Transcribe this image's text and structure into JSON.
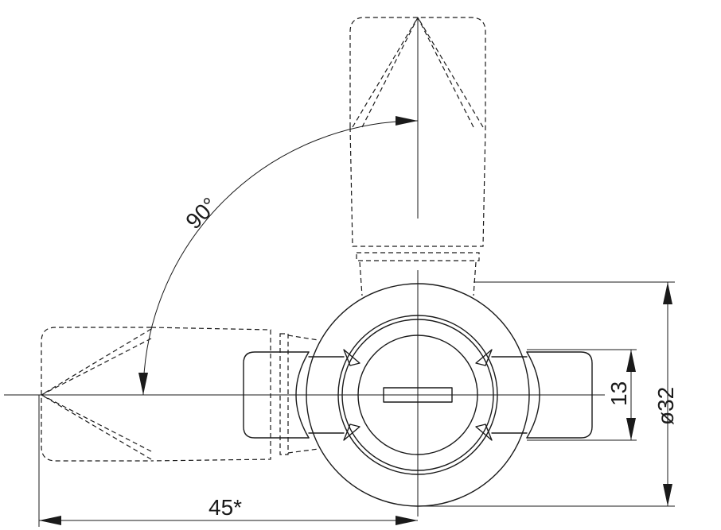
{
  "dimensions": {
    "angle_label": "90°",
    "width_label": "45*",
    "height_label": "13",
    "diameter_label": "ø32"
  },
  "colors": {
    "stroke": "#1a1a1a",
    "background": "#ffffff"
  }
}
